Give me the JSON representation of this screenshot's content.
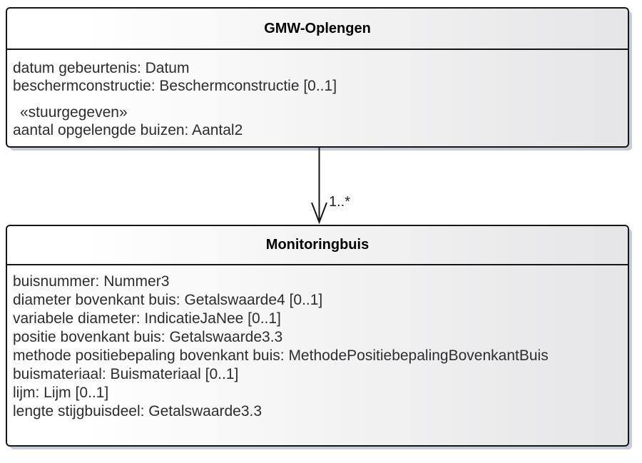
{
  "diagram": {
    "type": "uml-class-diagram",
    "colors": {
      "background": "#ffffff",
      "box_border": "#161616",
      "box_fill_start": "#ffffff",
      "box_fill_end": "#e5e5e7",
      "box_shadow": "#c7ccda",
      "title_text": "#000000",
      "attribute_text": "#2d2d31"
    },
    "classes": [
      {
        "name": "GMW-Oplengen",
        "attributes": [
          "datum gebeurtenis: Datum",
          "beschermconstructie: Beschermconstructie [0..1]"
        ],
        "stereotype": "«stuurgegeven»",
        "stereotyped_attributes": [
          "aantal opgelengde buizen: Aantal2"
        ]
      },
      {
        "name": "Monitoringbuis",
        "attributes": [
          "buisnummer: Nummer3",
          "diameter bovenkant buis: Getalswaarde4 [0..1]",
          "variabele diameter: IndicatieJaNee [0..1]",
          "positie bovenkant buis: Getalswaarde3.3",
          "methode positiebepaling bovenkant buis: MethodePositiebepalingBovenkantBuis",
          "buismateriaal: Buismateriaal [0..1]",
          "lijm: Lijm [0..1]",
          "lengte stijgbuisdeel: Getalswaarde3.3"
        ]
      }
    ],
    "association": {
      "source": "GMW-Oplengen",
      "target": "Monitoringbuis",
      "target_multiplicity": "1..*"
    }
  }
}
